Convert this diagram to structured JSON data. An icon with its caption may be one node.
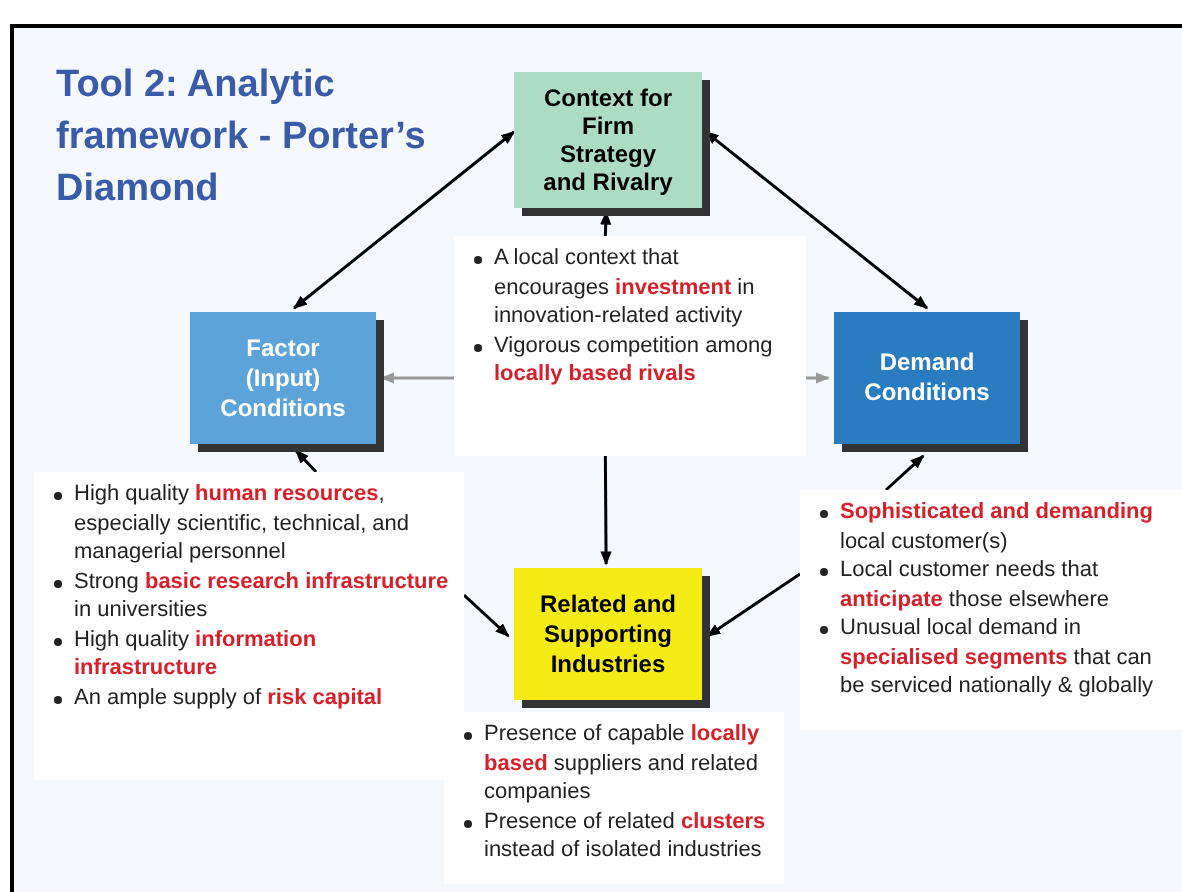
{
  "diagram": {
    "title": "Tool 2: Analytic framework - Porter’s Diamond",
    "nodes": [
      {
        "text": [
          "Context for Firm Strategy and Rivalry"
        ]
      },
      {
        "text": [
          "Factor (Input) Conditions"
        ]
      },
      {
        "text": [
          "Demand Conditions"
        ]
      },
      {
        "text": [
          "Related and Supporting Industries"
        ]
      },
      {
        "text": [
          "A local context that encourages **investment** in innovation-related activity",
          "Vigorous competition among **locally based rivals**"
        ]
      },
      {
        "text": [
          "High quality **human resources**, especially scientific, technical, and managerial personnel",
          "Strong **basic research infrastructure** in universities",
          "High quality **information infrastructure**",
          "An ample supply of **risk capital**"
        ]
      },
      {
        "text": [
          "**Sophisticated and demanding** local customer(s)",
          "Local customer needs that **anticipate** those elsewhere",
          "Unusual local demand in **specialised segments** that can be serviced nationally & globally"
        ]
      },
      {
        "text": [
          "Presence of capable **locally based** suppliers and related companies",
          "Presence of related **clusters** instead of isolated industries"
        ]
      }
    ],
    "edges": [
      {
        "from": 0,
        "to": 1,
        "arrow": "both"
      },
      {
        "from": 0,
        "to": 2,
        "arrow": "both"
      },
      {
        "from": 4,
        "to": 0,
        "arrow": "to"
      },
      {
        "from": 4,
        "to": 3,
        "arrow": "to"
      },
      {
        "from": 4,
        "to": 1,
        "arrow": "to",
        "color": "#999999"
      },
      {
        "from": 4,
        "to": 2,
        "arrow": "to",
        "color": "#999999"
      },
      {
        "from": 5,
        "to": 1,
        "arrow": "to"
      },
      {
        "from": 5,
        "to": 3,
        "arrow": "to"
      },
      {
        "from": 6,
        "to": 2,
        "arrow": "to"
      },
      {
        "from": 6,
        "to": 3,
        "arrow": "to"
      }
    ]
  }
}
